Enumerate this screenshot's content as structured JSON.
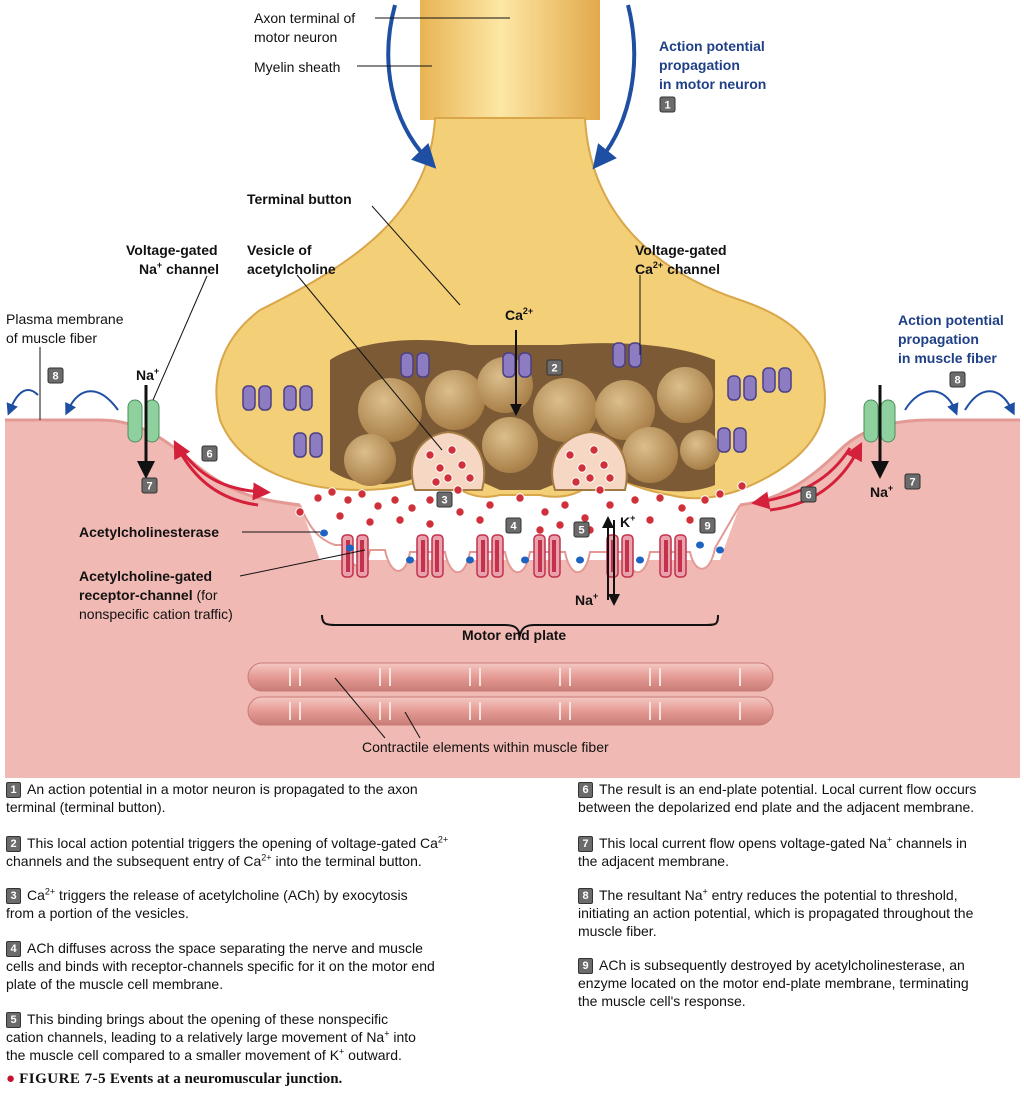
{
  "labels": {
    "axon_terminal_1": "Axon terminal of",
    "axon_terminal_2": "motor neuron",
    "myelin_sheath": "Myelin sheath",
    "ap_motor_1": "Action potential",
    "ap_motor_2": "propagation",
    "ap_motor_3": "in motor neuron",
    "terminal_button": "Terminal button",
    "na_channel_1": "Voltage-gated",
    "na_channel_2": "Na",
    "na_channel_2b": "channel",
    "vesicle_1": "Vesicle of",
    "vesicle_2": "acetylcholine",
    "ca_channel_1": "Voltage-gated",
    "ca_channel_2": "Ca",
    "ca_channel_2b": "channel",
    "plasma_1": "Plasma membrane",
    "plasma_2": "of muscle fiber",
    "ap_muscle_1": "Action potential",
    "ap_muscle_2": "propagation",
    "ap_muscle_3": "in muscle fiber",
    "ca_ion": "Ca",
    "na_ion": "Na",
    "k_ion": "K",
    "ache": "Acetylcholinesterase",
    "achr_1": "Acetylcholine-gated",
    "achr_2": "receptor-channel",
    "achr_2b": "(for",
    "achr_3": "nonspecific cation traffic)",
    "end_plate": "Motor end plate",
    "contractile": "Contractile elements within muscle fiber",
    "plus": "+",
    "two_plus": "2+"
  },
  "badges": [
    "1",
    "2",
    "3",
    "4",
    "5",
    "6",
    "7",
    "8",
    "9"
  ],
  "steps": [
    {
      "num": "1",
      "lines": [
        "An action potential in a motor neuron is propagated to the axon",
        "terminal (terminal button)."
      ]
    },
    {
      "num": "2",
      "a": "This local action potential triggers the opening of voltage-gated Ca",
      "sup1": "2+",
      "b": "channels and the subsequent entry of Ca",
      "sup2": "2+",
      "c": " into the terminal button."
    },
    {
      "num": "3",
      "a": "Ca",
      "sup1": "2+",
      "b": " triggers the release of acetylcholine (ACh) by exocytosis",
      "c": "from a portion of the vesicles."
    },
    {
      "num": "4",
      "lines": [
        "ACh diffuses across the space separating the nerve and muscle",
        "cells and binds with receptor-channels specific for it on the motor end",
        "plate of the muscle cell membrane."
      ]
    },
    {
      "num": "5",
      "a": "This binding brings about the opening of these nonspecific",
      "b": "cation channels, leading to a relatively large movement of Na",
      "sup1": "+",
      "c": " into",
      "d": "the muscle cell compared to a smaller movement of K",
      "sup2": "+",
      "e": " outward."
    },
    {
      "num": "6",
      "lines": [
        "The result is an end-plate potential. Local current flow occurs",
        "between the depolarized end plate and the adjacent membrane."
      ]
    },
    {
      "num": "7",
      "a": "This local current flow opens voltage-gated Na",
      "sup1": "+",
      "b": " channels in",
      "c": "the adjacent membrane."
    },
    {
      "num": "8",
      "a": "The resultant Na",
      "sup1": "+",
      "b": " entry reduces the potential to threshold,",
      "c": "initiating an action potential, which is propagated throughout the",
      "d": "muscle fiber."
    },
    {
      "num": "9",
      "lines": [
        "ACh is subsequently destroyed by acetylcholinesterase, an",
        "enzyme located on the motor end-plate membrane, terminating",
        "the muscle cell's response."
      ]
    }
  ],
  "caption": {
    "figure": "FIGURE 7-5",
    "title": "Events at a neuromuscular junction."
  },
  "colors": {
    "neuron": "#f3cf78",
    "muscle": "#f0b0ab",
    "vesicle": "#c9a06a",
    "ach": "#d0303a",
    "channel_purple": "#8e7cc3",
    "channel_green": "#8fd19e",
    "receptor": "#c4314a",
    "blue_text": "#1f3f86",
    "red_arrow": "#d4203a"
  }
}
